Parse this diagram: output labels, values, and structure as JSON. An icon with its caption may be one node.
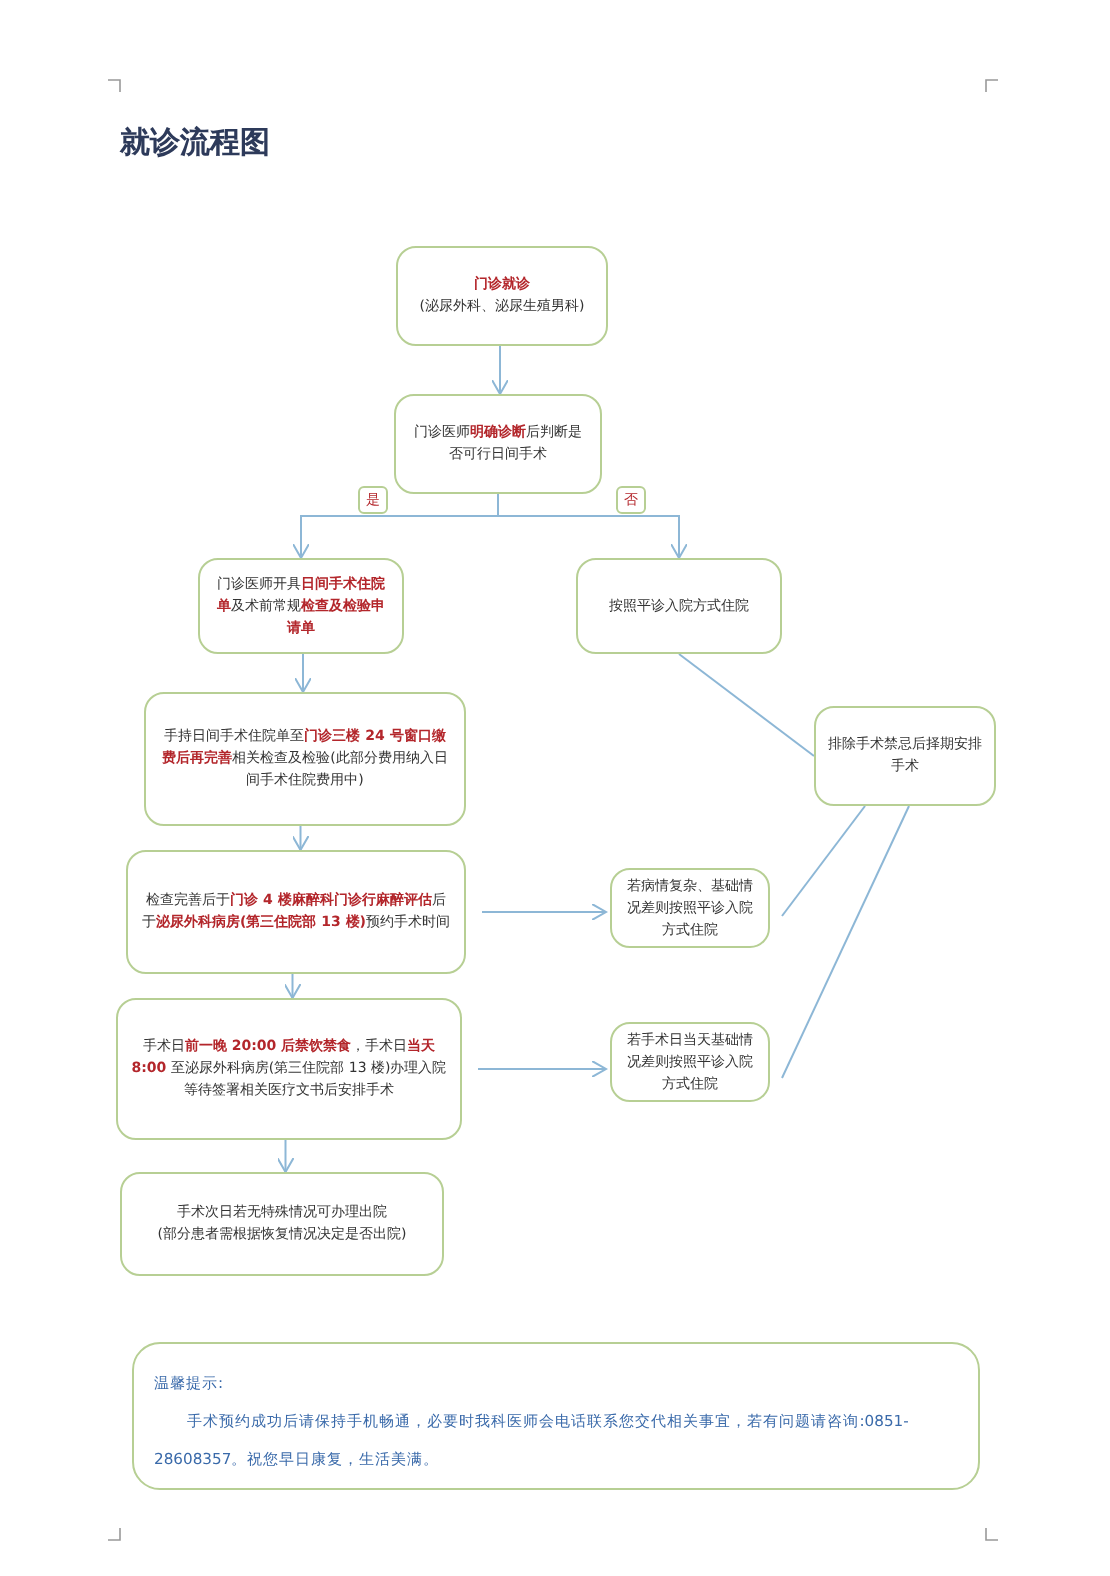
{
  "diagram": {
    "title": "就诊流程图",
    "nodes": [
      {
        "text": [
          "**门诊就诊**",
          "(泌尿外科、泌尿生殖男科)"
        ]
      },
      {
        "text": [
          "门诊医师**明确诊断**后判断是否可行日间手术"
        ]
      },
      {
        "text": [
          "门诊医师开具**日间手术住院单**及术前常规**检查及检验申请单**"
        ]
      },
      {
        "text": [
          "按照平诊入院方式住院"
        ]
      },
      {
        "text": [
          "手持日间手术住院单至**门诊三楼 24 号窗口缴费后再完善**相关检查及检验(此部分费用纳入日间手术住院费用中)"
        ]
      },
      {
        "text": [
          "排除手术禁忌后择期安排手术"
        ]
      },
      {
        "text": [
          "检查完善后于**门诊 4 楼麻醉科门诊行麻醉评估**后于**泌尿外科病房(第三住院部 13 楼)**预约手术时间"
        ]
      },
      {
        "text": [
          "若病情复杂、基础情况差则按照平诊入院方式住院"
        ]
      },
      {
        "text": [
          "手术日**前一晚 20:00 后禁饮禁食**，手术日**当天 8:00** 至泌尿外科病房(第三住院部 13 楼)办理入院等待签署相关医疗文书后安排手术"
        ]
      },
      {
        "text": [
          "若手术日当天基础情况差则按照平诊入院方式住院"
        ]
      },
      {
        "text": [
          "手术次日若无特殊情况可办理出院",
          "(部分患者需根据恢复情况决定是否出院)"
        ]
      },
      {
        "text": [
          "温馨提示:",
          "手术预约成功后请保持手机畅通，必要时我科医师会电话联系您交代相关事宜，若有问题请咨询:0851-28608357。祝您早日康复，生活美满。"
        ]
      }
    ],
    "edges": [
      {
        "from": 0,
        "to": 1,
        "arrow": "to"
      },
      {
        "from": 1,
        "to": 2,
        "arrow": "to",
        "label": "是"
      },
      {
        "from": 1,
        "to": 3,
        "arrow": "to",
        "label": "否"
      },
      {
        "from": 2,
        "to": 4,
        "arrow": "to"
      },
      {
        "from": 4,
        "to": 6,
        "arrow": "to"
      },
      {
        "from": 6,
        "to": 8,
        "arrow": "to"
      },
      {
        "from": 8,
        "to": 10,
        "arrow": "to"
      },
      {
        "from": 6,
        "to": 7,
        "arrow": "to"
      },
      {
        "from": 8,
        "to": 9,
        "arrow": "to"
      },
      {
        "from": 3,
        "to": 5,
        "arrow": "none"
      },
      {
        "from": 7,
        "to": 5,
        "arrow": "none"
      },
      {
        "from": 9,
        "to": 5,
        "arrow": "none"
      }
    ]
  }
}
